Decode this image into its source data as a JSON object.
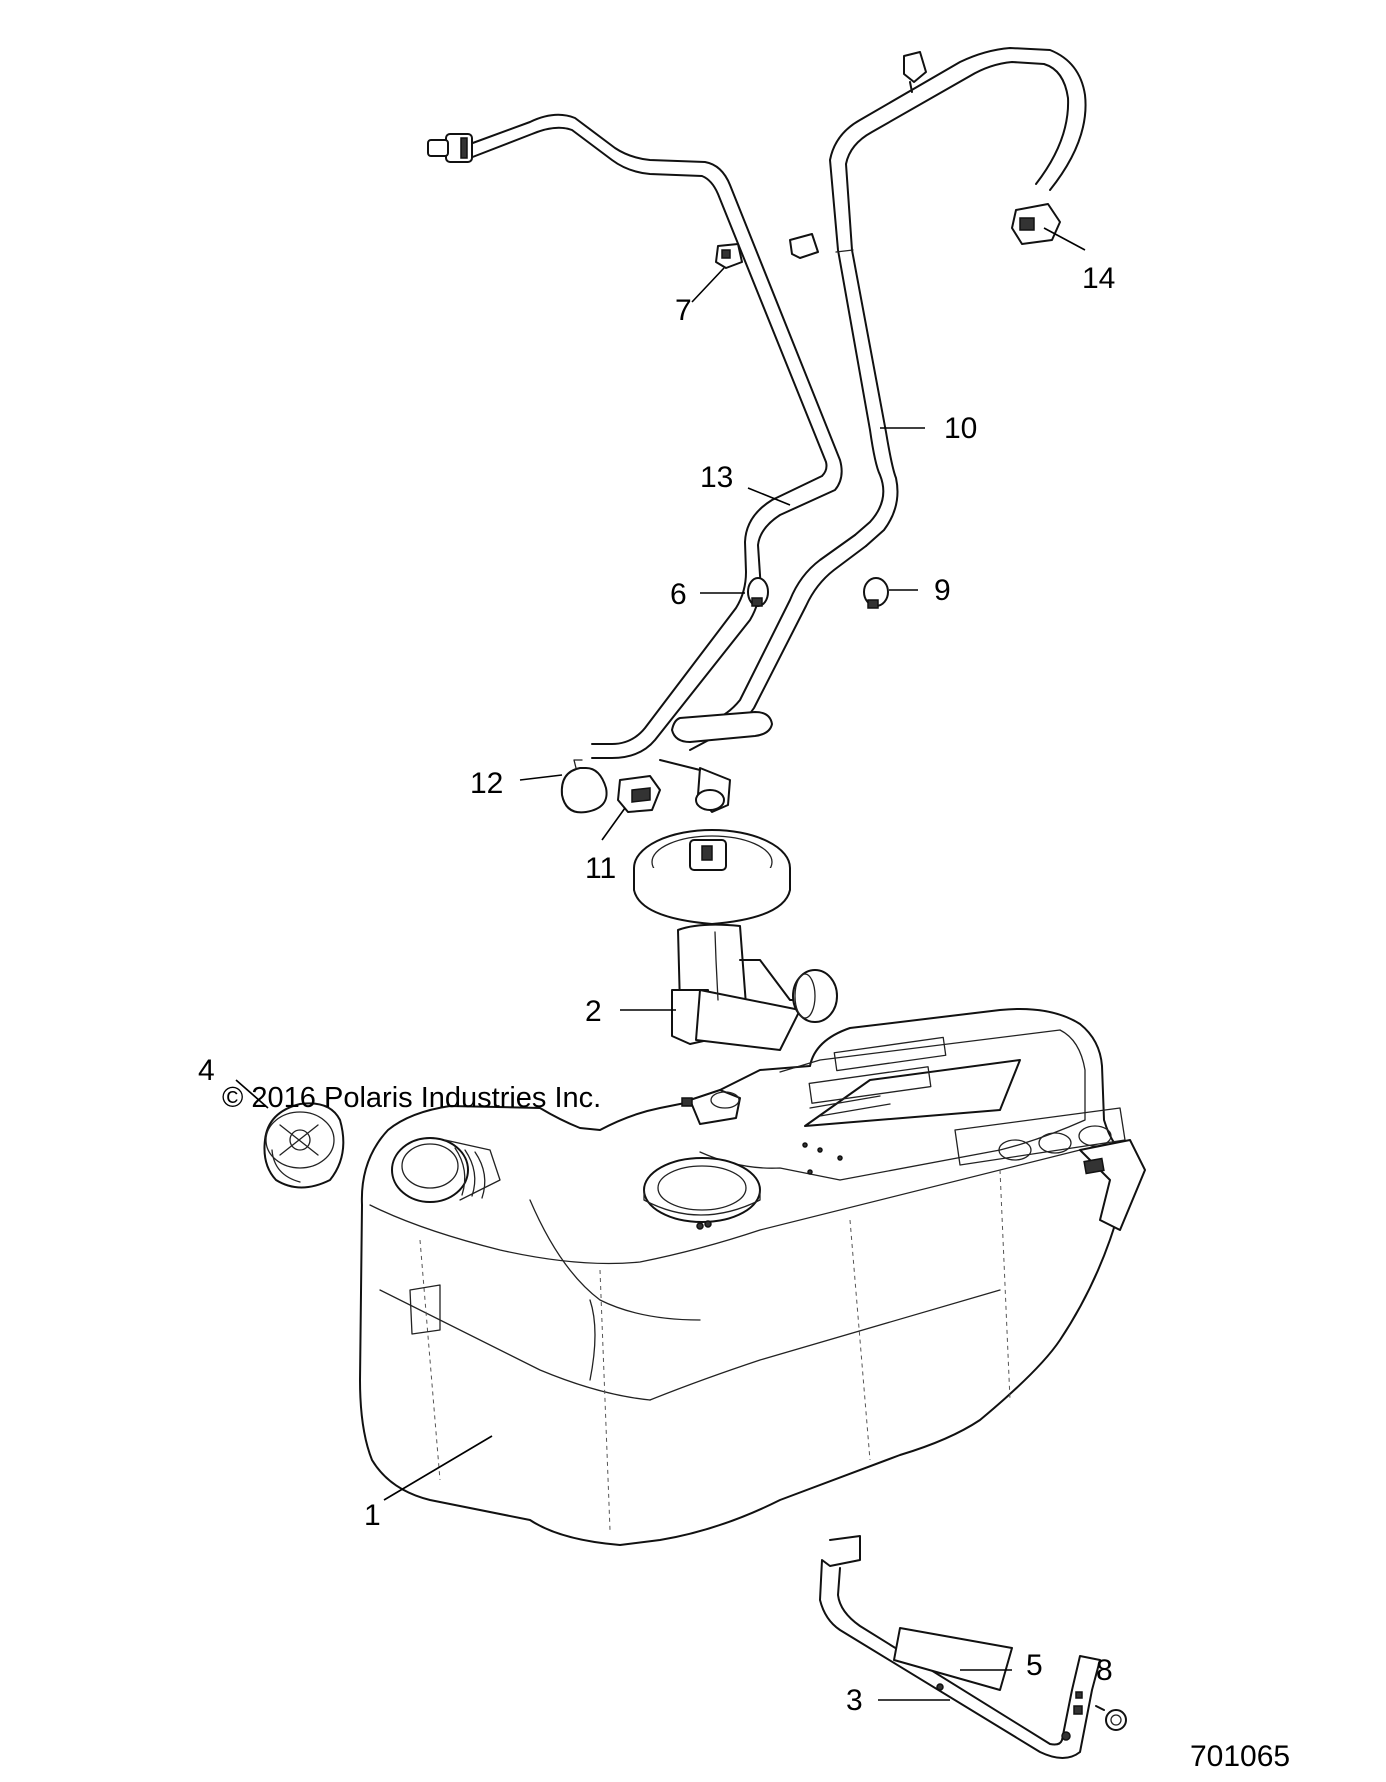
{
  "copyright": "© 2016 Polaris Industries Inc.",
  "figure_number": "701065",
  "callouts": {
    "c1": "1",
    "c2": "2",
    "c3": "3",
    "c4": "4",
    "c5": "5",
    "c6": "6",
    "c7": "7",
    "c8": "8",
    "c9": "9",
    "c10": "10",
    "c11": "11",
    "c12": "12",
    "c13": "13",
    "c14": "14"
  }
}
